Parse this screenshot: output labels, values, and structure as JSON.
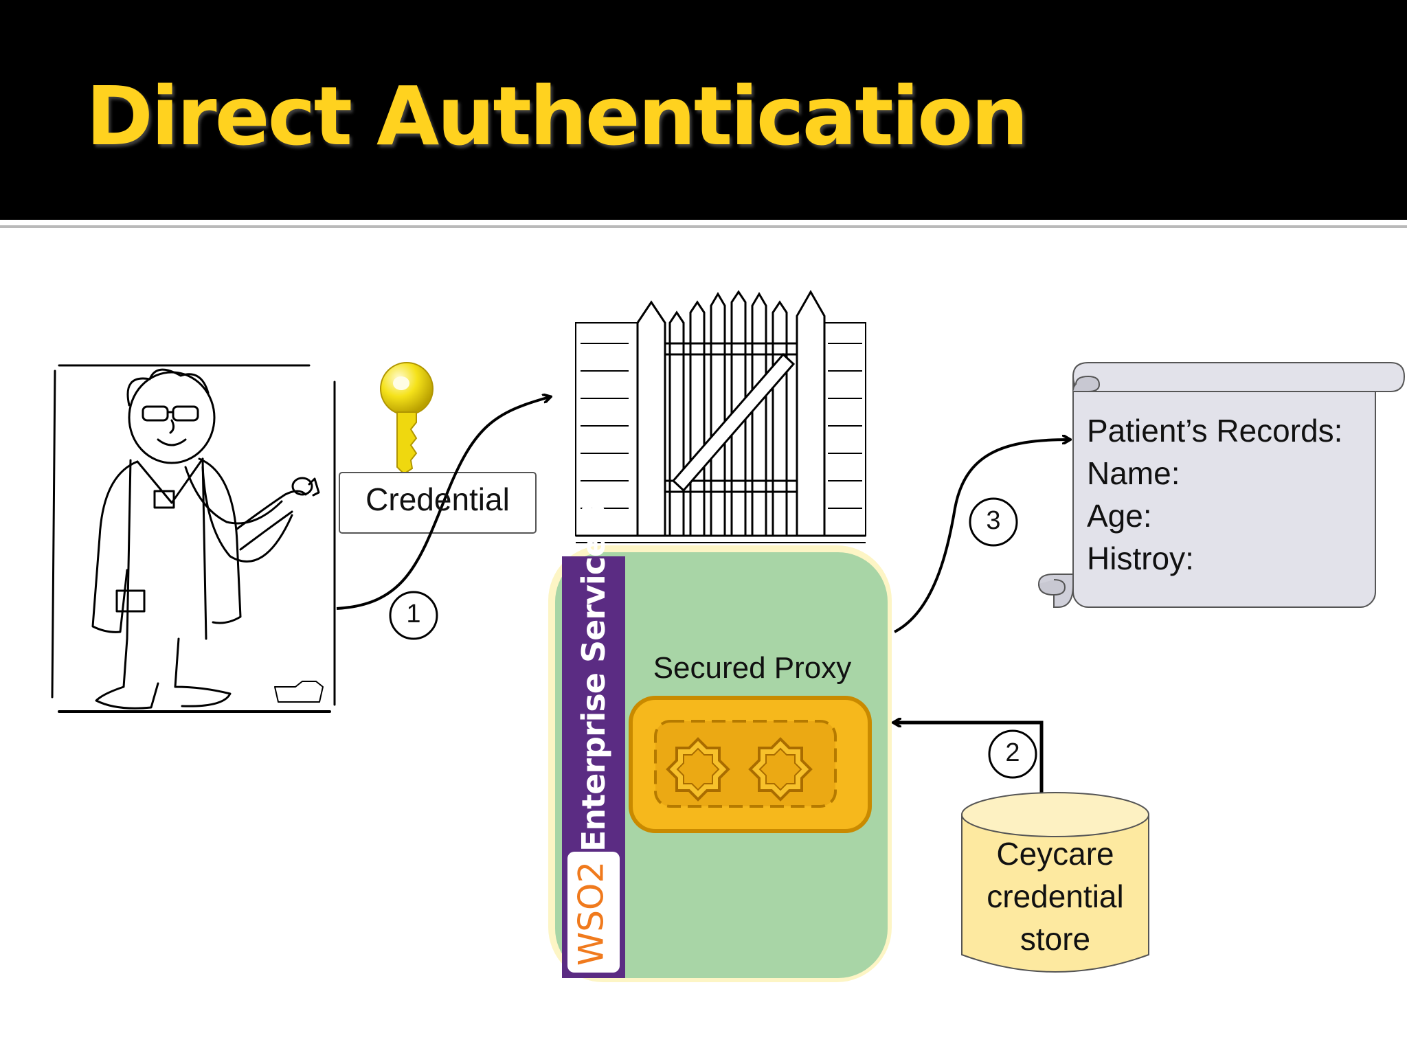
{
  "slide": {
    "title": "Direct Authentication"
  },
  "diagram": {
    "credential_label": "Credential",
    "esb_label": "Enterprise Service Bus",
    "wso2_logo": "WSO2",
    "proxy_label": "Secured Proxy",
    "records": {
      "line1": "Patient’s Records:",
      "line2": "Name:",
      "line3": "Age:",
      "line4": "Histroy:"
    },
    "store_label": "Ceycare credential store",
    "steps": [
      "1",
      "2",
      "3"
    ]
  },
  "colors": {
    "title_bar": "#000000",
    "title_text": "#ffd21f",
    "esb_panel": "#a8d5a6",
    "esb_band": "#5b2c83",
    "proxy_fill": "#f6b81c",
    "store_fill": "#fde9a0",
    "scroll_fill": "#e2e2ea"
  }
}
